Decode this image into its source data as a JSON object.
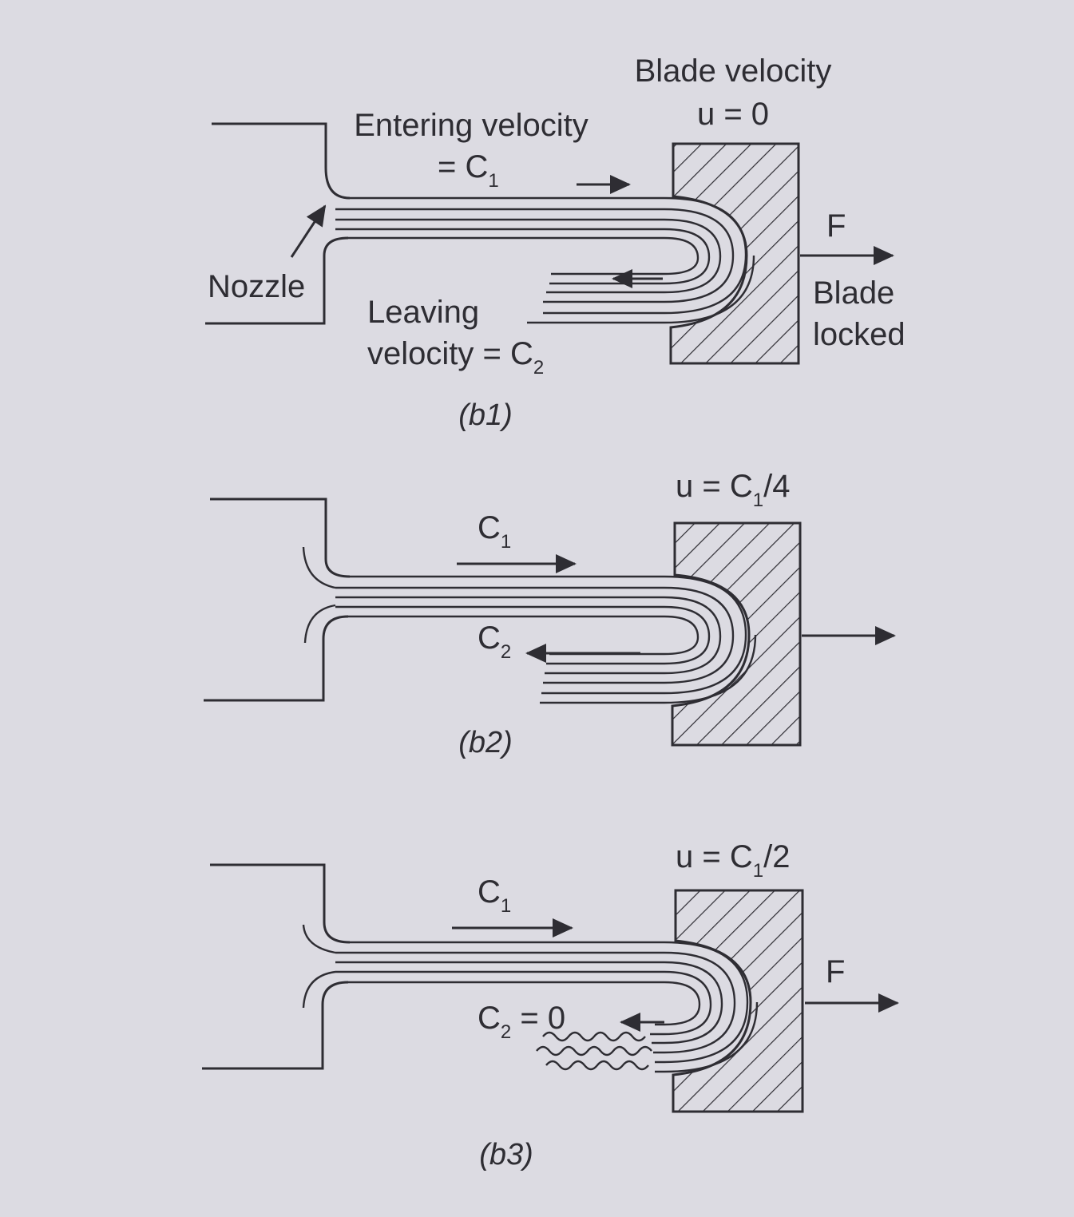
{
  "b1": {
    "blade_velocity_title": "Blade velocity",
    "blade_velocity": "u = 0",
    "entering_line1": "Entering velocity",
    "entering_line2_prefix": "= C",
    "entering_line2_sub": "1",
    "nozzle": "Nozzle",
    "leaving_line1": "Leaving",
    "leaving_line2_prefix": "velocity = C",
    "leaving_line2_sub": "2",
    "force": "F",
    "blade_locked_line1": "Blade",
    "blade_locked_line2": "locked",
    "caption": "(b1)"
  },
  "b2": {
    "blade_velocity_prefix": "u = C",
    "blade_velocity_sub": "1",
    "blade_velocity_suffix": "/4",
    "c1": "C",
    "c1_sub": "1",
    "c2": "C",
    "c2_sub": "2",
    "caption": "(b2)"
  },
  "b3": {
    "blade_velocity_prefix": "u = C",
    "blade_velocity_sub": "1",
    "blade_velocity_suffix": "/2",
    "c1": "C",
    "c1_sub": "1",
    "c2": "C",
    "c2_sub": "2",
    "c2_suffix": " = 0",
    "force": "F",
    "caption": "(b3)"
  },
  "colors": {
    "paper": "#dcdbe2",
    "ink": "#2e2d33"
  }
}
